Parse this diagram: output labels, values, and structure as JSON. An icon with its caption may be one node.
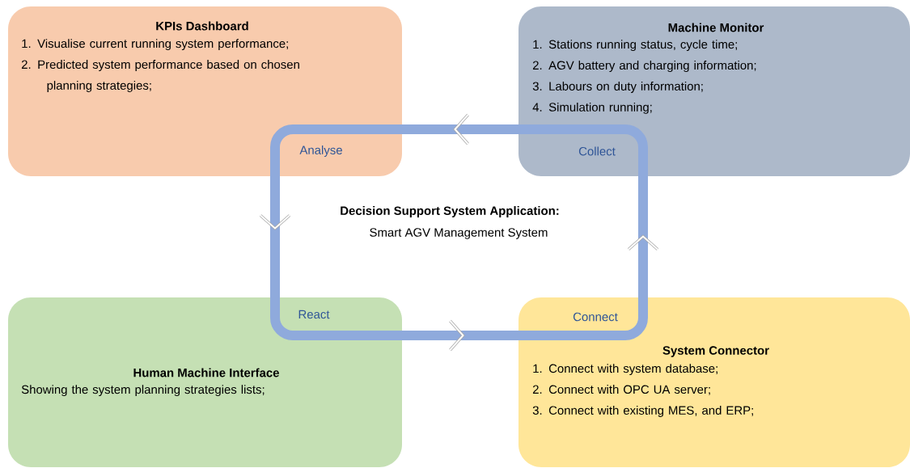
{
  "diagram": {
    "nodes": [
      {
        "text": [
          "KPIs Dashboard",
          "1. Visualise current running system performance;",
          "2. Predicted system performance based on chosen planning strategies;"
        ]
      },
      {
        "text": [
          "Machine Monitor",
          "1. Stations running status, cycle time;",
          "2. AGV battery and charging information;",
          "3. Labours on duty information;",
          "4. Simulation running;"
        ]
      },
      {
        "text": [
          "Human Machine Interface",
          "Showing the system planning strategies lists;"
        ]
      },
      {
        "text": [
          "System Connector",
          "1. Connect with system database;",
          "2. Connect with OPC UA server;",
          "3. Connect with existing MES, and ERP;"
        ]
      }
    ],
    "edges": [
      {
        "from": 1,
        "to": 0,
        "arrow": "to"
      },
      {
        "from": 0,
        "to": 2,
        "arrow": "to"
      },
      {
        "from": 2,
        "to": 3,
        "arrow": "to"
      },
      {
        "from": 3,
        "to": 1,
        "arrow": "to"
      }
    ],
    "labels": [
      "Analyse",
      "Collect",
      "React",
      "Connect",
      "Decision Support System Application:",
      "Smart AGV Management System"
    ]
  }
}
